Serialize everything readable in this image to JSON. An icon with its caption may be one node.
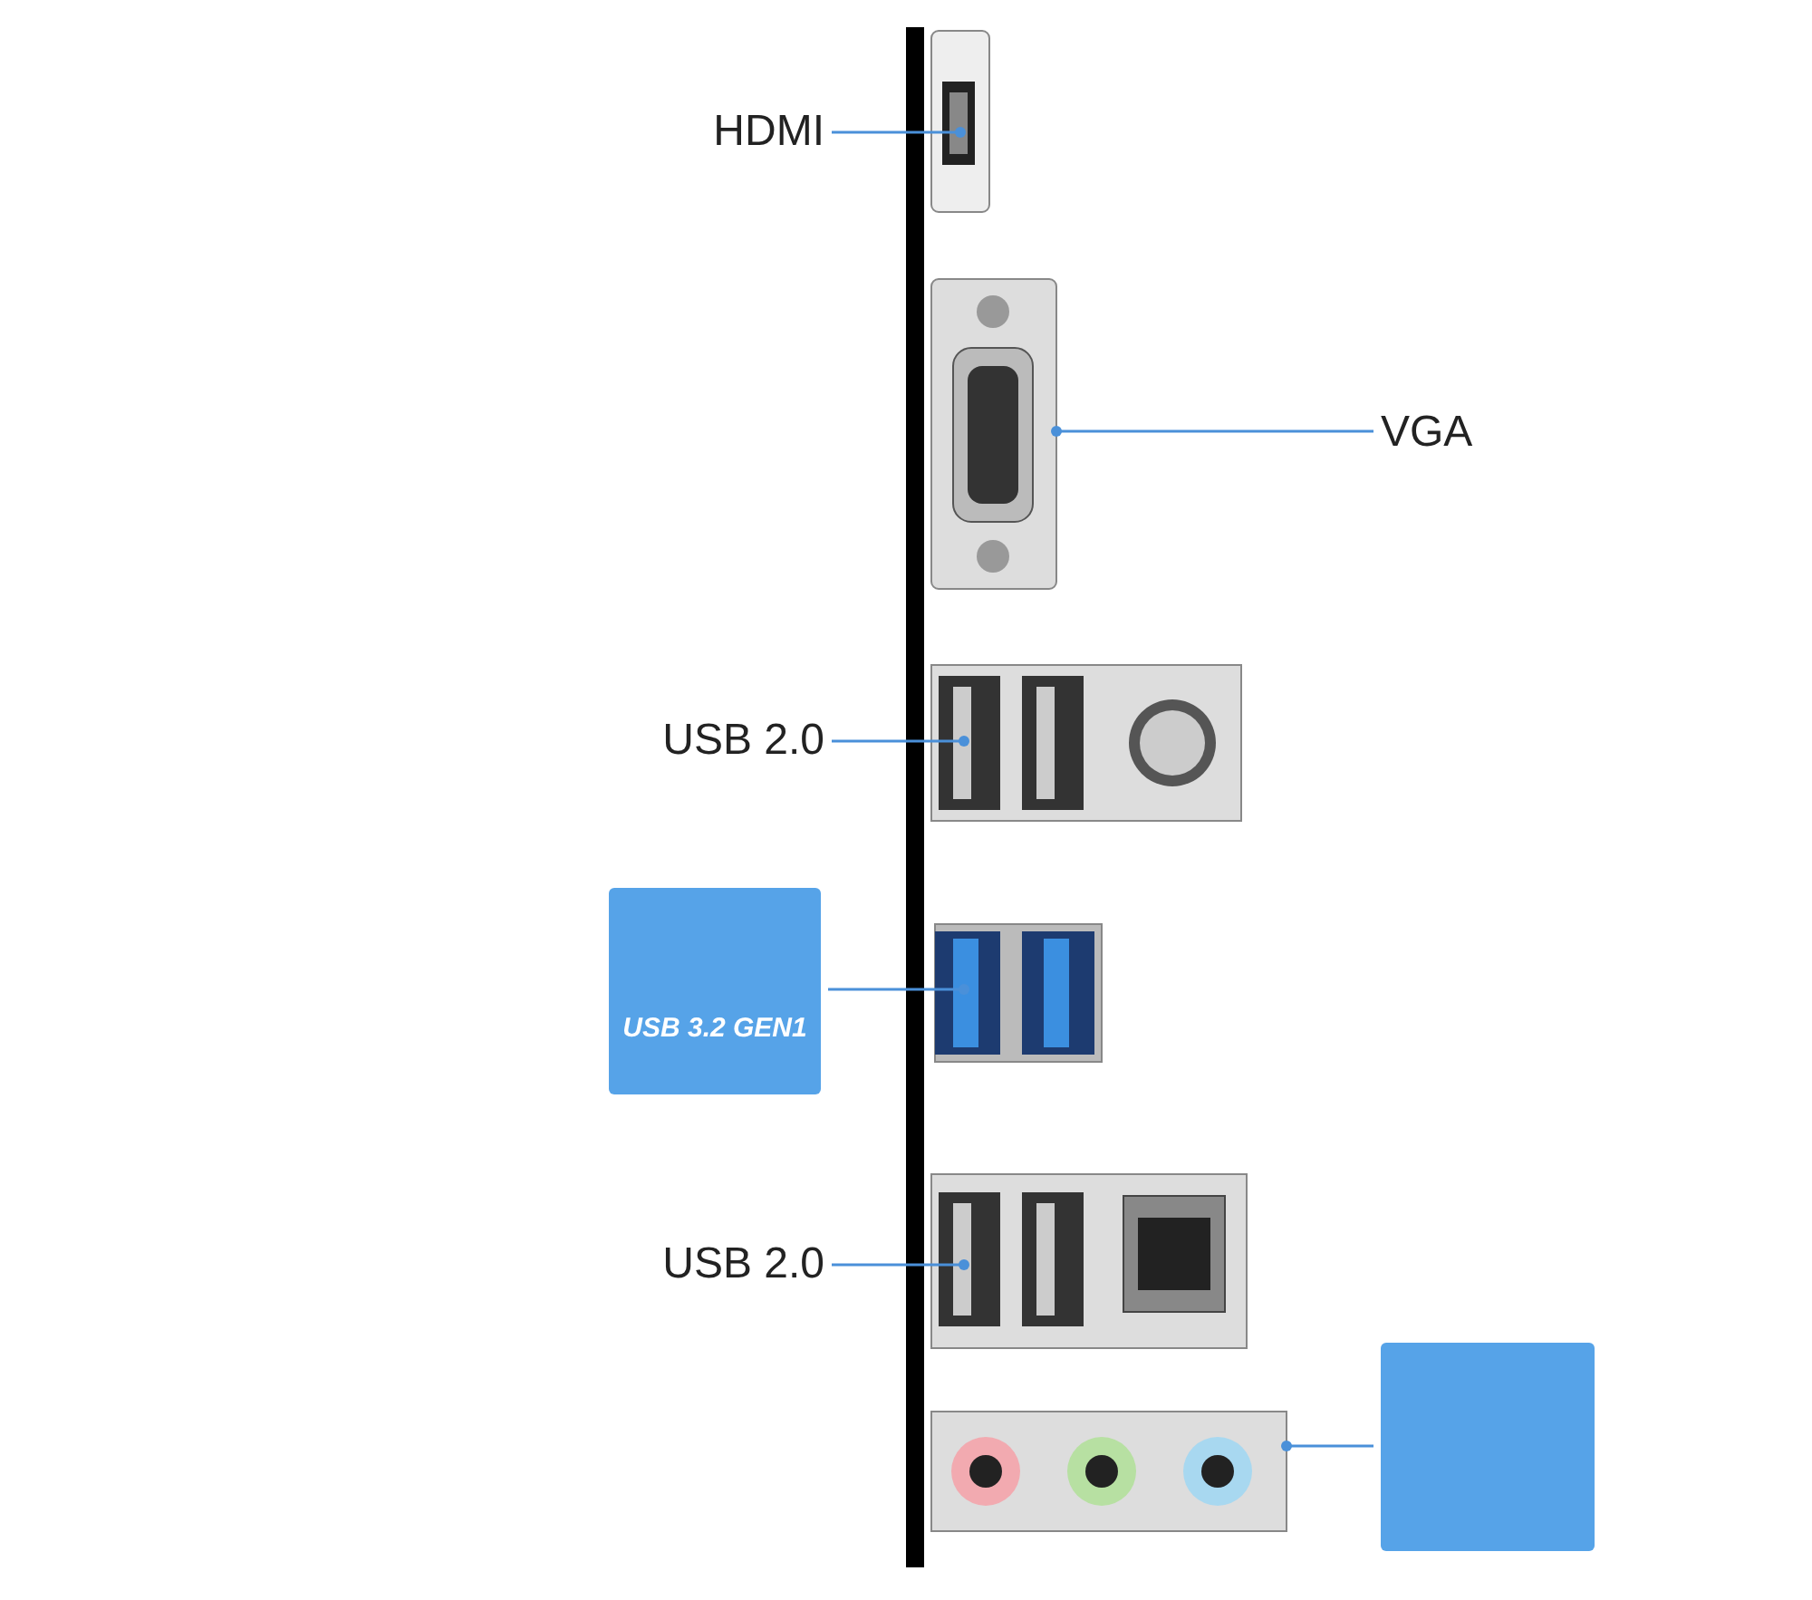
{
  "diagram": {
    "nodes": [
      {
        "text": [
          "HDMI"
        ]
      },
      {
        "text": [],
        "shape": "picture"
      },
      {
        "text": [
          "VGA"
        ]
      },
      {
        "text": [],
        "shape": "picture"
      },
      {
        "text": [
          "USB 2.0"
        ]
      },
      {
        "text": [],
        "shape": "picture"
      },
      {
        "text": [
          "USB 3.2 GEN1"
        ]
      },
      {
        "text": [],
        "shape": "picture"
      },
      {
        "text": [
          "USB 2.0"
        ]
      },
      {
        "text": [],
        "shape": "picture"
      },
      {
        "text": [],
        "shape": "box"
      },
      {
        "text": [],
        "shape": "picture"
      }
    ],
    "edges": [
      {
        "from": 0,
        "to": 1,
        "arrow": "other"
      },
      {
        "from": 2,
        "to": 3,
        "arrow": "other"
      },
      {
        "from": 4,
        "to": 5,
        "arrow": "other"
      },
      {
        "from": 6,
        "to": 7,
        "arrow": "other"
      },
      {
        "from": 8,
        "to": 9,
        "arrow": "other"
      },
      {
        "from": 11,
        "to": 10,
        "arrow": "other"
      }
    ]
  }
}
